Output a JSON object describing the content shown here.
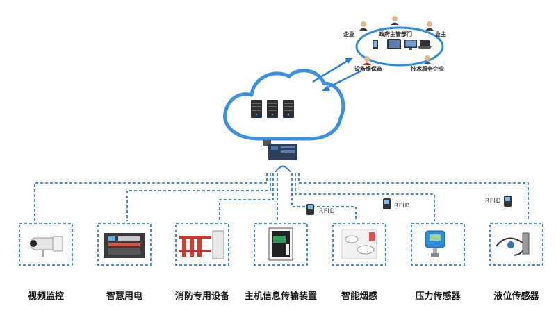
{
  "stakeholders": {
    "enterprise": "企业",
    "government": "政府主管部门",
    "owner": "业主",
    "maintainer": "设备维保商",
    "tech_service": "技术服务企业"
  },
  "devices": [
    {
      "label": "视频监控",
      "icon": "camera-icon"
    },
    {
      "label": "智慧用电",
      "icon": "power-meter-icon"
    },
    {
      "label": "消防专用设备",
      "icon": "fire-pump-icon"
    },
    {
      "label": "主机信息传输装置",
      "icon": "transmission-device-icon"
    },
    {
      "label": "智能烟感",
      "icon": "smoke-detector-icon"
    },
    {
      "label": "压力传感器",
      "icon": "pressure-sensor-icon"
    },
    {
      "label": "液位传感器",
      "icon": "level-sensor-icon"
    }
  ],
  "rfid_label": "RFID",
  "colors": {
    "line": "#2a7fd4",
    "cloud": "#3a8fe0",
    "ellipse": "#2d8be0"
  }
}
